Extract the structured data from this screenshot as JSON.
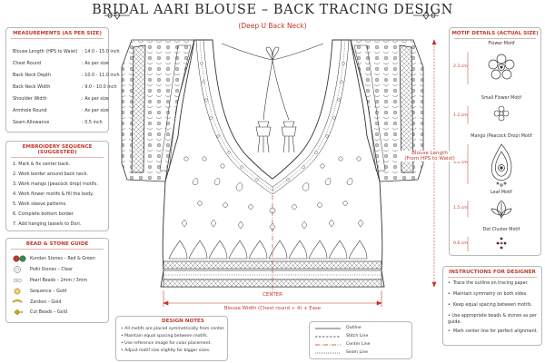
{
  "header": {
    "title": "BRIDAL AARI BLOUSE – BACK TRACING DESIGN",
    "subtitle": "(Deep U Back Neck)"
  },
  "measurements": {
    "heading": "MEASUREMENTS (AS PER SIZE)",
    "rows": [
      {
        "label": "Blouse Length (HPS to Waist)",
        "value": ": 14.0 - 15.0 inch"
      },
      {
        "label": "Chest Round",
        "value": ": As per size"
      },
      {
        "label": "Back Neck Depth",
        "value": ": 10.0 - 11.0 inch"
      },
      {
        "label": "Back Neck Width",
        "value": ": 9.0 - 10.0 inch"
      },
      {
        "label": "Shoulder Width",
        "value": ": As per size"
      },
      {
        "label": "Armhole Round",
        "value": ": As per size"
      },
      {
        "label": "Seam Allowance",
        "value": ": 0.5 inch"
      }
    ]
  },
  "sequence": {
    "heading": "EMBROIDERY SEQUENCE (SUGGESTED)",
    "steps": [
      "1.  Mark & fix center back.",
      "2.  Work border around back neck.",
      "3.  Work mango (peacock drop) motifs.",
      "4.  Work flower motifs & fill the body.",
      "5.  Work sleeve patterns.",
      "6.  Complete bottom border.",
      "7.  Add hanging tassels to Dori."
    ]
  },
  "beads": {
    "heading": "BEAD & STONE GUIDE",
    "items": [
      {
        "label": "Kundan Stones – Red & Green",
        "icon": "kundan-stone-icon"
      },
      {
        "label": "Polki Stones – Clear",
        "icon": "polki-stone-icon"
      },
      {
        "label": "Pearl Beads – 2mm / 3mm",
        "icon": "pearl-bead-icon"
      },
      {
        "label": "Sequence – Gold",
        "icon": "sequence-icon"
      },
      {
        "label": "Zardosi – Gold",
        "icon": "zardosi-icon"
      },
      {
        "label": "Cut Beads – Gold",
        "icon": "cut-bead-icon"
      }
    ],
    "colors": {
      "red": "#c0392b",
      "green": "#2e8b57",
      "gold": "#c9a227",
      "pearl": "#f2efe6"
    }
  },
  "motifs": {
    "heading": "MOTIF DETAILS (ACTUAL SIZE)",
    "items": [
      {
        "name": "Flower Motif",
        "size": "2.3 cm"
      },
      {
        "name": "Small Flower Motif",
        "size": "1.2 cm"
      },
      {
        "name": "Mango (Peacock Drop) Motif",
        "size": "3.0 cm"
      },
      {
        "name": "Leaf Motif",
        "size": "1.5 cm"
      },
      {
        "name": "Dot Cluster Motif",
        "size": "0.6 cm"
      }
    ]
  },
  "instructions": {
    "heading": "INSTRUCTIONS FOR DESIGNER",
    "items": [
      "Trace the outline on tracing paper.",
      "Maintain symmetry on both sides.",
      "Keep equal spacing between motifs.",
      "Use appropriate beads & stones as per guide.",
      "Mark center line for perfect alignment."
    ]
  },
  "design_notes": {
    "heading": "DESIGN NOTES",
    "items": [
      "All motifs are placed symmetrically from center.",
      "Maintain equal spacing between motifs.",
      "Use reference image for color placement.",
      "Adjust motif size slightly for bigger sizes."
    ]
  },
  "legend": {
    "items": [
      {
        "label": "Outline",
        "style": "solid"
      },
      {
        "label": "Stitch Line",
        "style": "dashed"
      },
      {
        "label": "Center Line",
        "style": "dashdot"
      },
      {
        "label": "Seam Line",
        "style": "dotted"
      }
    ]
  },
  "diagram": {
    "center_label": "CENTER",
    "width_label": "Blouse Width (Chest round ÷ 4) + Ease",
    "length_label_line1": "Blouse Length",
    "length_label_line2": "(From HPS to Waist)",
    "accent_color": "#c0392b",
    "line_color": "#333333"
  }
}
